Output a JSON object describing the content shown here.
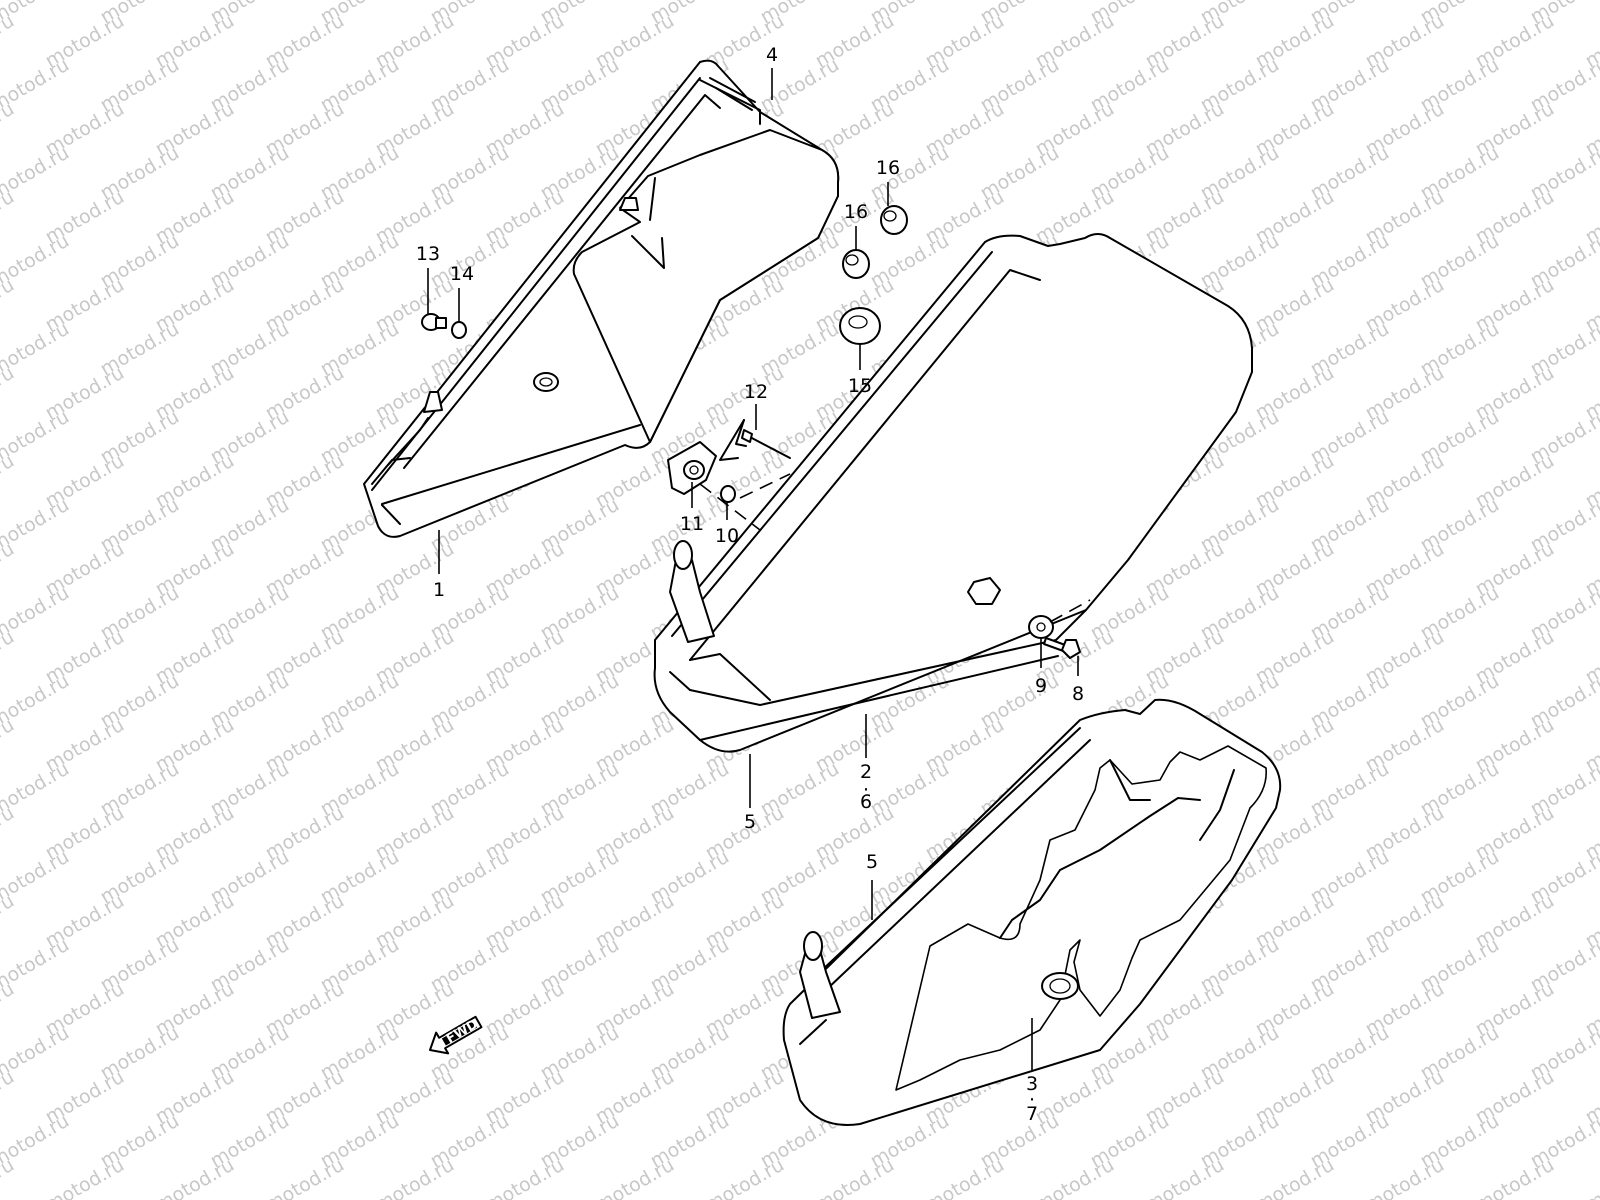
{
  "watermark": "motod.ru",
  "fwd_label": "FWD",
  "callouts": [
    "1",
    "2",
    "6",
    "3",
    "7",
    "4",
    "5",
    "5",
    "8",
    "9",
    "10",
    "11",
    "12",
    "13",
    "14",
    "15",
    "16",
    "16"
  ],
  "colors": {
    "line": "#000000",
    "background": "#ffffff",
    "watermark": "#c8c8c8"
  }
}
